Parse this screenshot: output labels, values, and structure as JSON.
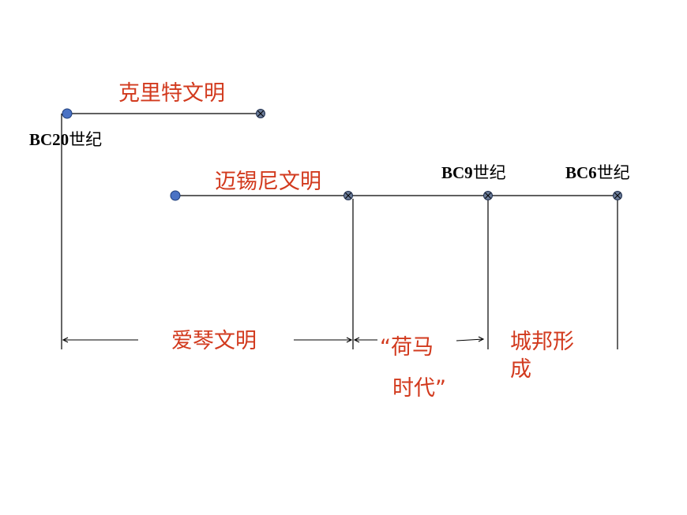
{
  "labels": {
    "crete": "克里特文明",
    "mycenae": "迈锡尼文明",
    "aegean": "爱琴文明",
    "homer_line1": "“荷马",
    "homer_line2": "时代”",
    "polis_line1": "城邦形",
    "polis_line2": "成"
  },
  "dates": {
    "bc20": {
      "bc": "BC20",
      "cn": "世纪"
    },
    "bc9": {
      "bc": "BC9",
      "cn": "世纪"
    },
    "bc6": {
      "bc": "BC6",
      "cn": "世纪"
    }
  },
  "colors": {
    "accent": "#d23a1e",
    "line": "#000000",
    "marker_fill": "#4a72c4",
    "marker_end_fill": "#6b7c99"
  }
}
